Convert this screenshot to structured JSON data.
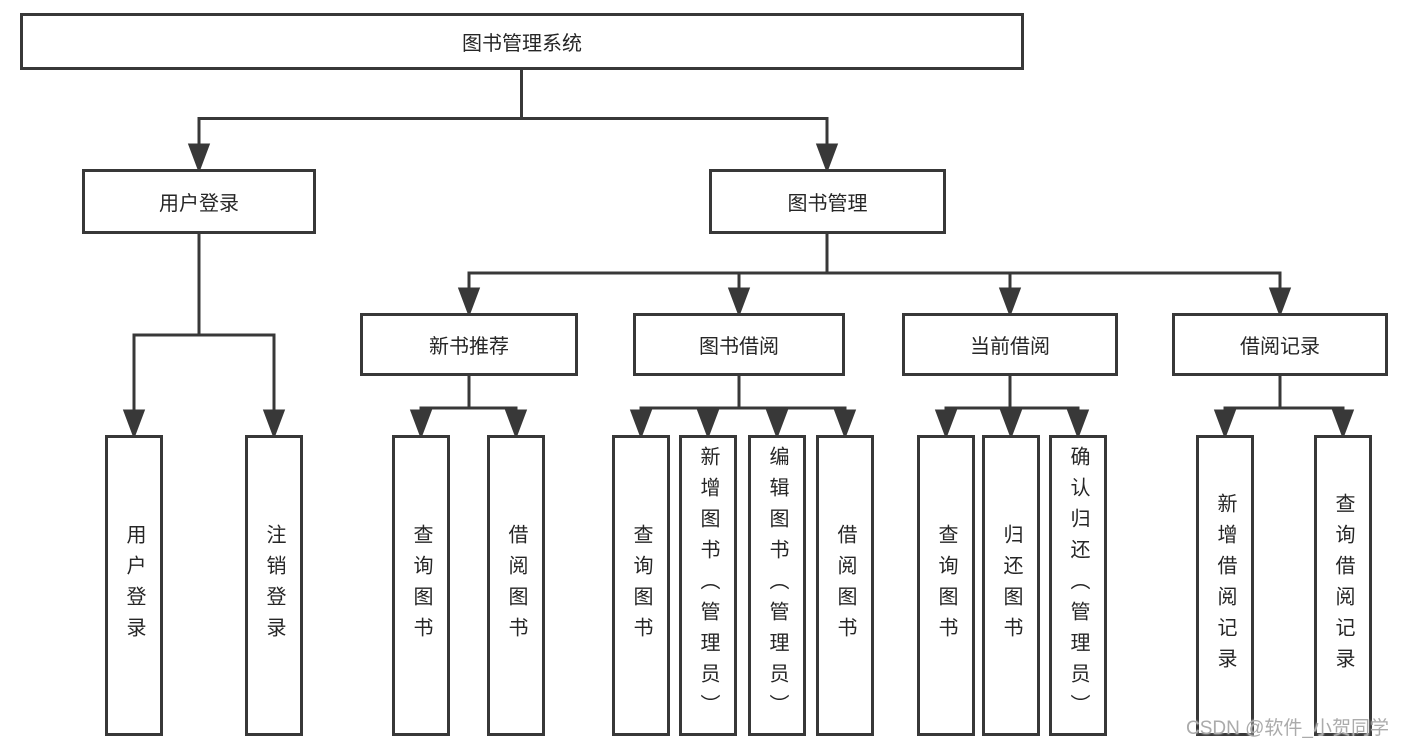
{
  "tree": {
    "root": {
      "label": "图书管理系统"
    },
    "user_login": {
      "label": "用户登录",
      "children": [
        {
          "label": "用户登录"
        },
        {
          "label": "注销登录"
        }
      ]
    },
    "book_management": {
      "label": "图书管理",
      "children": [
        {
          "label": "新书推荐",
          "children": [
            {
              "label": "查询图书"
            },
            {
              "label": "借阅图书"
            }
          ]
        },
        {
          "label": "图书借阅",
          "children": [
            {
              "label": "查询图书"
            },
            {
              "label": "新增图书（管理员）"
            },
            {
              "label": "编辑图书（管理员）"
            },
            {
              "label": "借阅图书"
            }
          ]
        },
        {
          "label": "当前借阅",
          "children": [
            {
              "label": "查询图书"
            },
            {
              "label": "归还图书"
            },
            {
              "label": "确认归还（管理员）"
            }
          ]
        },
        {
          "label": "借阅记录",
          "children": [
            {
              "label": "新增借阅记录"
            },
            {
              "label": "查询借阅记录"
            }
          ]
        }
      ]
    }
  },
  "watermark": "CSDN @软件_小贺同学",
  "colors": {
    "line": "#383838",
    "text": "#262626",
    "watermark": "#ababab",
    "background": "#ffffff"
  }
}
